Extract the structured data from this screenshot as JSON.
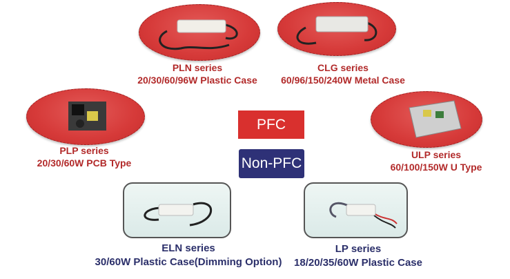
{
  "center": {
    "pfc_label": "PFC",
    "nonpfc_label": "Non-PFC"
  },
  "colors": {
    "pfc": "#d9302e",
    "nonpfc": "#2e3177",
    "pfc_text": "#b22a2a",
    "nonpfc_text": "#2b2f6a"
  },
  "products": {
    "pln": {
      "name": "PLN series",
      "desc": "20/30/60/96W Plastic Case"
    },
    "clg": {
      "name": "CLG series",
      "desc": "60/96/150/240W Metal Case"
    },
    "plp": {
      "name": "PLP series",
      "desc": "20/30/60W PCB Type"
    },
    "ulp": {
      "name": "ULP series",
      "desc": "60/100/150W U Type"
    },
    "eln": {
      "name": "ELN series",
      "desc": "30/60W Plastic Case(Dimming Option)"
    },
    "lp": {
      "name": "LP series",
      "desc": "18/20/35/60W Plastic Case"
    }
  }
}
